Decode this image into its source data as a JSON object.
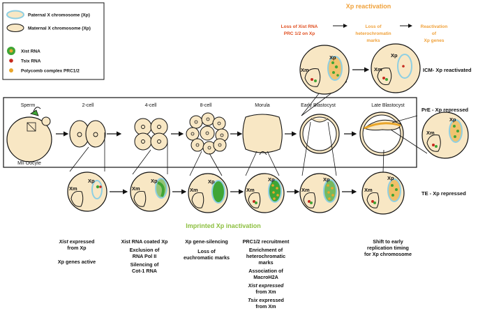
{
  "legend": {
    "items": [
      {
        "label": "Paternal X chromosome (Xp)",
        "icon": "paternal-x-icon"
      },
      {
        "label": "Maternal X chromosome (Xp)",
        "icon": "maternal-x-icon"
      },
      {
        "label": "Xist RNA",
        "icon": "xist-rna-icon"
      },
      {
        "label": "Tsix RNA",
        "icon": "tsix-rna-icon"
      },
      {
        "label": "Polycomb complex PRC1/2",
        "icon": "polycomb-icon"
      }
    ]
  },
  "reactivation": {
    "title": "Xp reactivation",
    "step1": [
      "Loss of Xist RNA",
      "PRC 1/2 on Xp"
    ],
    "step2": [
      "Loss of",
      "heterochromatin",
      "marks"
    ],
    "step3": [
      "Reactivation",
      "of",
      "Xp genes"
    ]
  },
  "stages": [
    "Sperm",
    "2-cell",
    "4-cell",
    "8-cell",
    "Morula",
    "Early Blastocyst",
    "Late Blastocyst"
  ],
  "oocyte_label": "MII Oocyte",
  "chrom_labels": {
    "xm": "Xm",
    "xp": "Xp"
  },
  "side_labels": {
    "icm": "ICM- Xp reactivated",
    "pre": "PrE - Xp repressed",
    "te": "TE - Xp repressed"
  },
  "imprinted_title": "Imprinted Xp inactivation",
  "notes": {
    "col1": {
      "line1_i": "Xist",
      "line1_r": " expressed",
      "line2": "from Xp",
      "line3": "Xp genes active"
    },
    "col2": [
      "Xist RNA coated Xp",
      "Exclusion of",
      "RNA Pol II",
      "Silencing of",
      "Cot-1 RNA"
    ],
    "col3": [
      "Xp gene-silencing",
      "Loss of",
      "euchromatic marks"
    ],
    "col4": {
      "lines": [
        "PRC1/2 recruitment",
        "Enrichment of",
        "heterochromatic",
        "marks",
        "Association of",
        "MacroH2A"
      ],
      "xist_i": "Xist expressed",
      "xist_from": "from Xm",
      "tsix_i": "Tsix",
      "tsix_r": " expressed",
      "tsix_from": "from Xm"
    },
    "col6": [
      "Shift to early",
      "replication timing",
      "for Xp chromosome"
    ]
  },
  "colors": {
    "cell_fill": "#f8e7c4",
    "paternal_outline": "#8ecfe3",
    "green": "#3fa535",
    "orange_dot": "#e9a62a",
    "red_dot": "#c62a1e",
    "imprinted": "#8cbf3f",
    "reactivation_red": "#e04e1f",
    "reactivation_orange": "#f0a13a"
  }
}
